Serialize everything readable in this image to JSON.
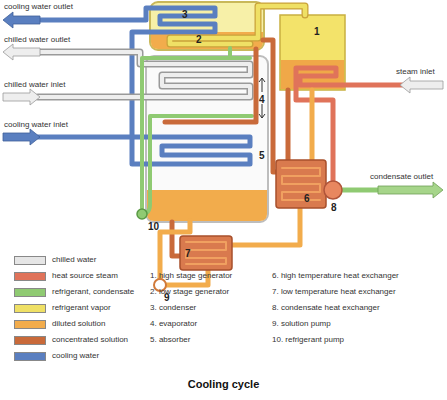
{
  "diagram": {
    "caption": "Cooling cycle",
    "labels": [
      "cooling water outlet",
      "3",
      "2",
      "1",
      "chilled water outlet",
      "steam inlet",
      "4",
      "chilled water inlet",
      "cooling water inlet",
      "5",
      "condensate outlet",
      "6",
      "10",
      "7",
      "8",
      "9",
      "1. high stage generator",
      "2. low stage generator",
      "3. condenser",
      "4. evaporator",
      "5. absorber",
      "6. high temperature heat exchanger",
      "7. low temperature heat exchanger",
      "8. condensate heat exchanger",
      "9. solution pump",
      "10. refrigerant pump"
    ],
    "legend": [
      {
        "text": "chilled water",
        "color": "#e6e6e6"
      },
      {
        "text": "heat source steam",
        "color": "#e0735a"
      },
      {
        "text": "refrigerant, condensate",
        "color": "#8fca72"
      },
      {
        "text": "refrigerant vapor",
        "color": "#efe065"
      },
      {
        "text": "diluted solution",
        "color": "#f2ac4c"
      },
      {
        "text": "concentrated solution",
        "color": "#c96a3a"
      },
      {
        "text": "cooling water",
        "color": "#5a7fc0"
      }
    ]
  }
}
